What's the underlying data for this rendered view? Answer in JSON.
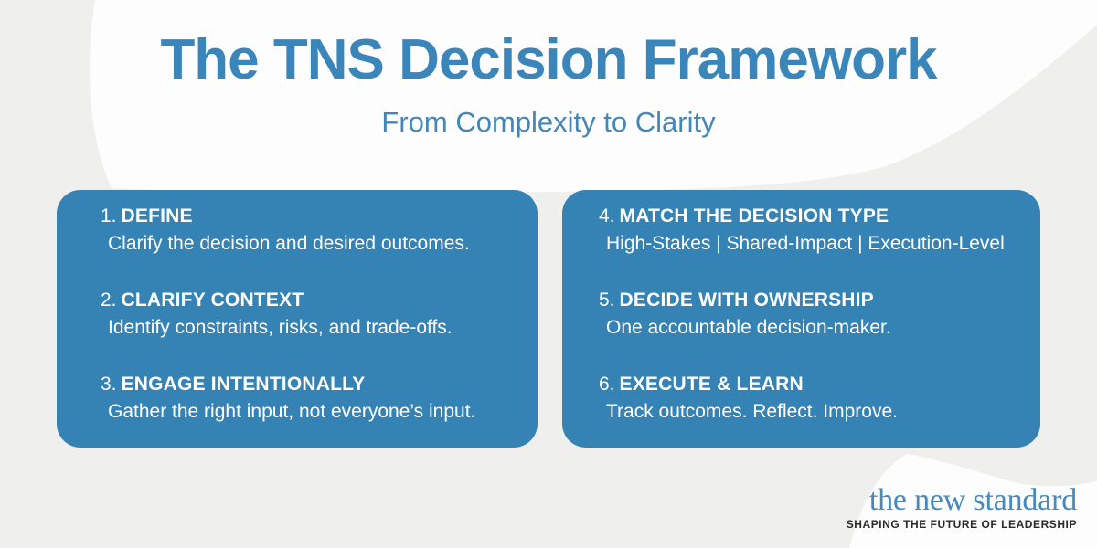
{
  "colors": {
    "background_gray": "#efefed",
    "blob_white": "#fdfdfd",
    "title_blue": "#3a86ba",
    "subtitle_blue": "#4287b8",
    "card_blue": "#3583b5",
    "card_text_white": "#ffffff",
    "brand_blue": "#4689bd",
    "tagline_dark": "#2a2a2a"
  },
  "header": {
    "title": "The TNS Decision Framework",
    "subtitle": "From Complexity to Clarity"
  },
  "cards": [
    {
      "items": [
        {
          "number": "1.",
          "heading": "DEFINE",
          "description": "Clarify the decision and desired outcomes."
        },
        {
          "number": "2.",
          "heading": "CLARIFY CONTEXT",
          "description": "Identify constraints, risks, and trade-offs."
        },
        {
          "number": "3.",
          "heading": "ENGAGE INTENTIONALLY",
          "description": "Gather the right input, not everyone’s input."
        }
      ]
    },
    {
      "items": [
        {
          "number": "4.",
          "heading": "MATCH THE DECISION TYPE",
          "description": "High-Stakes | Shared-Impact | Execution-Level"
        },
        {
          "number": "5.",
          "heading": "DECIDE WITH OWNERSHIP",
          "description": "One accountable decision-maker."
        },
        {
          "number": "6.",
          "heading": "EXECUTE & LEARN",
          "description": "Track outcomes. Reflect. Improve."
        }
      ]
    }
  ],
  "footer": {
    "brand": "the new standard",
    "tagline": "SHAPING THE FUTURE OF LEADERSHIP"
  }
}
